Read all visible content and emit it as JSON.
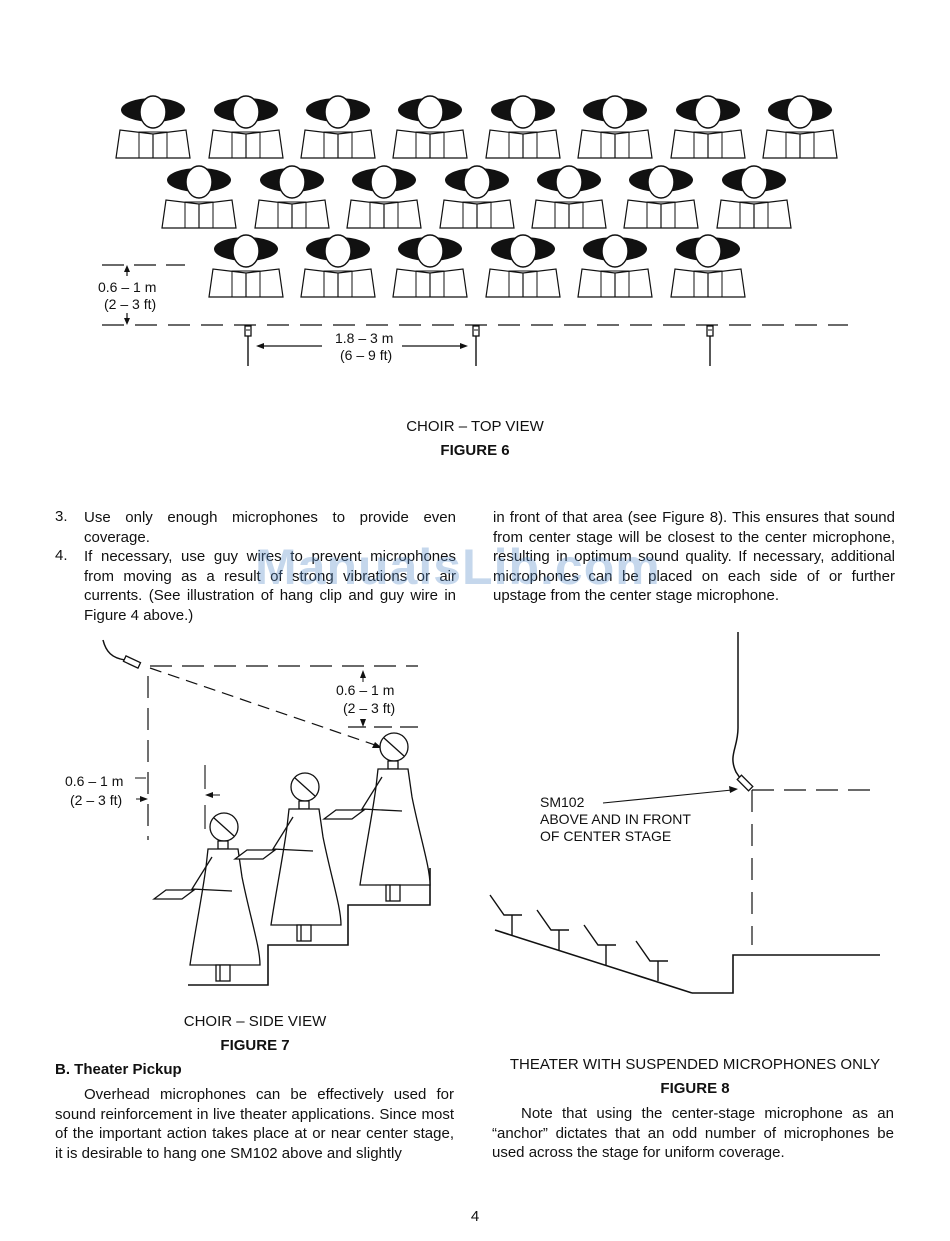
{
  "figure6": {
    "dim_height_m": "0.6 – 1  m",
    "dim_height_ft": "(2 – 3 ft)",
    "dim_spacing_m": "1.8 – 3  m",
    "dim_spacing_ft": "(6 – 9 ft)",
    "caption": "CHOIR – TOP VIEW",
    "label": "FIGURE 6"
  },
  "list": [
    {
      "num": "3.",
      "text": "Use only enough microphones to provide even coverage."
    },
    {
      "num": "4.",
      "text": "If necessary, use guy wires to prevent microphones from moving as a result of strong vibrations or air currents. (See illustration of hang clip and guy wire in Figure 4 above.)"
    }
  ],
  "right_para": "in front of that area (see Figure 8). This ensures that sound from center stage will be closest to the center microphone, resulting in optimum sound quality. If necessary, additional microphones can be placed on each side of or further upstage from the center stage microphone.",
  "figure7": {
    "dim_top_m": "0.6 – 1  m",
    "dim_top_ft": "(2 – 3 ft)",
    "dim_left_m": "0.6 – 1  m",
    "dim_left_ft": "(2 – 3 ft)",
    "caption": "CHOIR – SIDE VIEW",
    "label": "FIGURE 7"
  },
  "figure8": {
    "mic_label_1": "SM102",
    "mic_label_2": "ABOVE AND IN FRONT",
    "mic_label_3": "OF CENTER STAGE",
    "caption": "THEATER WITH SUSPENDED MICROPHONES ONLY",
    "label": "FIGURE 8"
  },
  "section_b": {
    "heading": "B.   Theater Pickup",
    "text": "Overhead microphones can be effectively used for sound reinforcement in live theater applications. Since most of the important action takes place at or near center stage, it is desirable to hang one SM102 above and slightly"
  },
  "note_text": "Note that using the center-stage microphone as an “anchor” dictates that an odd number of microphones be used across the stage for uniform coverage.",
  "watermark": "ManualsLib.com",
  "page_number": "4"
}
